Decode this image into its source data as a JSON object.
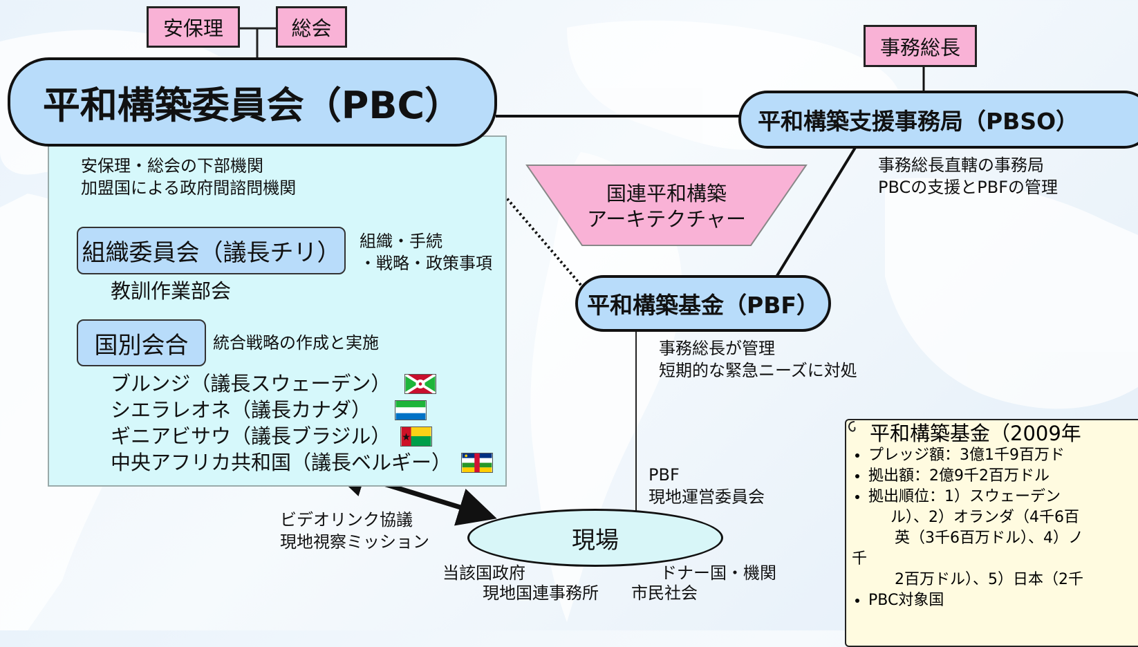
{
  "top_boxes": {
    "anpori": "安保理",
    "sokai": "総会",
    "jimusocho": "事務総長"
  },
  "pbc": {
    "title": "平和構築委員会（PBC）",
    "desc": [
      "安保理・総会の下部機関",
      "加盟国による政府間諮問機関"
    ],
    "org_committee": "組織委員会（議長チリ）",
    "org_note": [
      "組織・手続",
      "・戦略・政策事項"
    ],
    "lessons_group": "教訓作業部会",
    "country_meetings": "国別会合",
    "country_note": "統合戦略の作成と実施",
    "countries": [
      {
        "label": "ブルンジ（議長スウェーデン）",
        "flag": "burundi-flag-icon"
      },
      {
        "label": "シエラレオネ（議長カナダ）",
        "flag": "sierra-leone-flag-icon"
      },
      {
        "label": "ギニアビサウ（議長ブラジル）",
        "flag": "guinea-bissau-flag-icon"
      },
      {
        "label": "中央アフリカ共和国（議長ベルギー）",
        "flag": "central-african-republic-flag-icon"
      }
    ]
  },
  "architecture": [
    "国連平和構築",
    "アーキテクチャー"
  ],
  "pbso": {
    "title": "平和構築支援事務局（PBSO）",
    "desc": [
      "事務総長直轄の事務局",
      "PBCの支援とPBFの管理"
    ]
  },
  "pbf": {
    "title": "平和構築基金（PBF）",
    "desc": [
      "事務総長が管理",
      "短期的な緊急ニーズに対処"
    ],
    "local_committee": [
      "PBF",
      "現地運営委員会"
    ]
  },
  "field": {
    "title": "現場",
    "video": [
      "ビデオリンク協議",
      "現地視察ミッション"
    ],
    "gov": "当該国政府",
    "un_office": "現地国連事務所",
    "donors": "ドナー国・機関",
    "civil": "市民社会"
  },
  "fund_box": {
    "title": "平和構築基金（2009年",
    "items": [
      "プレッジ額：3億1千9百万ド",
      "拠出額：2億9千2百万ドル",
      "拠出順位：1）スウェーデン"
    ],
    "cont": [
      "ル）、2）オランダ（4千6百",
      "英（3千6百万ドル）、4）ノ",
      "千",
      "2百万ドル）、5）日本（2千"
    ],
    "item_last": "PBC対象国"
  },
  "colors": {
    "pill_fill": "#b8dcfa",
    "pink": "#f9b2d6",
    "panel": "#d6f8fb",
    "field_fill": "#d8f6f8",
    "fund_fill": "#fffbe0"
  }
}
